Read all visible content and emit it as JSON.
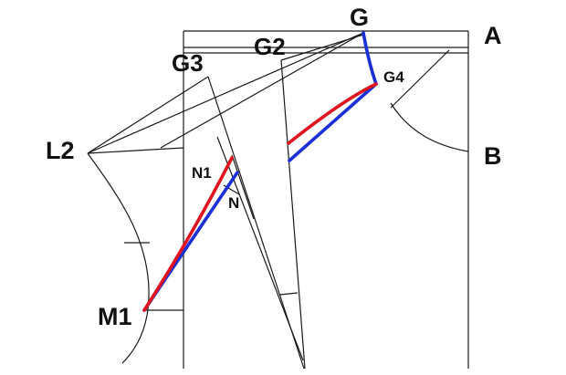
{
  "labels": {
    "g": "G",
    "a": "A",
    "g2": "G2",
    "g3": "G3",
    "g4": "G4",
    "l2": "L2",
    "b": "B",
    "n1": "N1",
    "n": "N",
    "m1": "M1"
  },
  "colors": {
    "outline": "#1a1a1a",
    "red_line": "#e0141e",
    "blue_line": "#1a2fd6",
    "label_text": "#111111"
  }
}
